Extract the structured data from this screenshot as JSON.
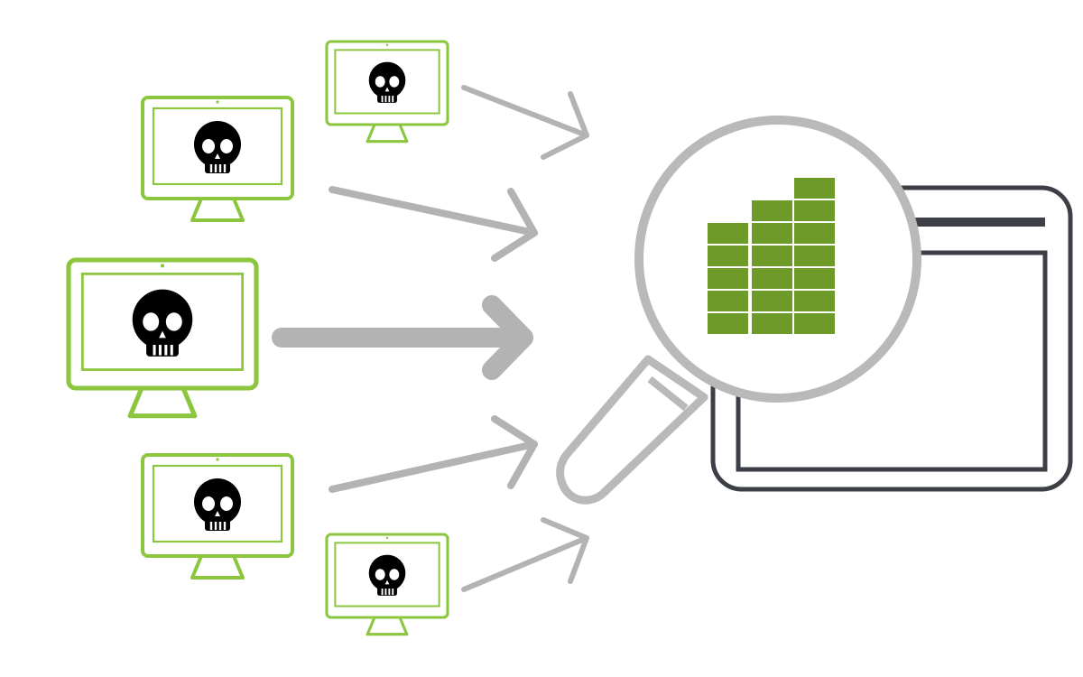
{
  "colors": {
    "background": "#ffffff",
    "monitor_green": "#8cc63f",
    "skull_black": "#000000",
    "arrow_gray": "#b3b3b3",
    "magnifier_gray": "#b9b9b9",
    "window_dark": "#3d3f47",
    "bar_green": "#6e9a2a",
    "bar_divider": "#ffffff"
  },
  "icons": {
    "monitor": "computer-monitor-icon",
    "skull": "skull-icon",
    "arrow": "arrow-right-icon",
    "magnifier": "magnifying-glass-icon",
    "window": "browser-window-icon",
    "bars": "bar-chart-icon"
  },
  "diagram": {
    "infected_machine_count": 5,
    "bar_chart_column_blocks": [
      5,
      6,
      7
    ]
  }
}
